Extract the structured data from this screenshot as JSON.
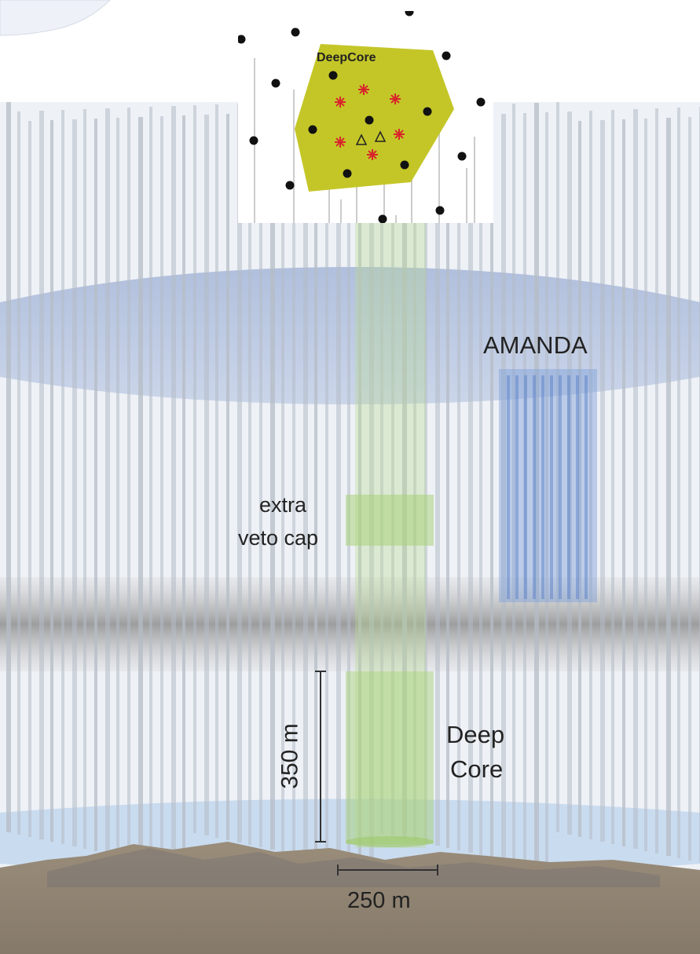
{
  "labels": {
    "amanda": "AMANDA",
    "veto_cap_line1": "extra",
    "veto_cap_line2": "veto cap",
    "deepcore_line1": "Deep",
    "deepcore_line2": "Core",
    "height_scale": "350 m",
    "width_scale": "250 m"
  },
  "inset": {
    "title": "DeepCore",
    "hexagon_color": "#c4c628",
    "legend": {
      "dot": "black dot",
      "star": "red asterisk",
      "triangle": "open triangle"
    }
  },
  "colors": {
    "ice_band": "#8fa7d4",
    "dust_layer": "#9a9a9a",
    "bedrock": "#8b7d6b",
    "deepcore_cylinder": "#a9d27a",
    "amanda_strings": "#5b82c8",
    "string_gray": "#b5bcc6"
  }
}
